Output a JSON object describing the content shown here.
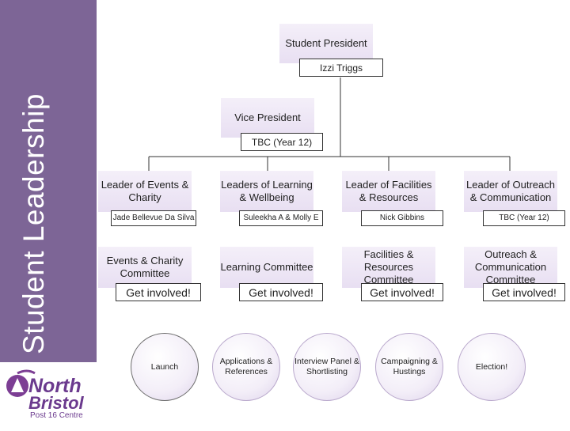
{
  "sidebar": {
    "title": "Student Leadership"
  },
  "logo": {
    "line1": "North",
    "line2": "Bristol",
    "line3": "Post 16 Centre"
  },
  "president": {
    "role": "Student President",
    "name": "Izzi Triggs"
  },
  "vice_president": {
    "role": "Vice President",
    "name": "TBC (Year 12)"
  },
  "leaders": [
    {
      "role": "Leader of Events & Charity",
      "name": "Jade Bellevue Da Silva",
      "committee": "Events & Charity Committee",
      "cta": "Get involved!"
    },
    {
      "role": "Leaders of Learning & Wellbeing",
      "name": "Suleekha A & Molly E",
      "committee": "Learning Committee",
      "cta": "Get involved!"
    },
    {
      "role": "Leader of Facilities & Resources",
      "name": "Nick Gibbins",
      "committee": "Facilities & Resources Committee",
      "cta": "Get involved!"
    },
    {
      "role": "Leader of Outreach & Communication",
      "name": "TBC (Year 12)",
      "committee": "Outreach & Communication Committee",
      "cta": "Get involved!"
    }
  ],
  "process": [
    {
      "label": "Launch"
    },
    {
      "label": "Applications & References"
    },
    {
      "label": "Interview Panel & Shortlisting"
    },
    {
      "label": "Campaigning & Hustings"
    },
    {
      "label": "Election!"
    }
  ],
  "colors": {
    "sidebar": "#7d6596",
    "box_fill": "#ece4f4",
    "logo": "#6b3a8e"
  }
}
